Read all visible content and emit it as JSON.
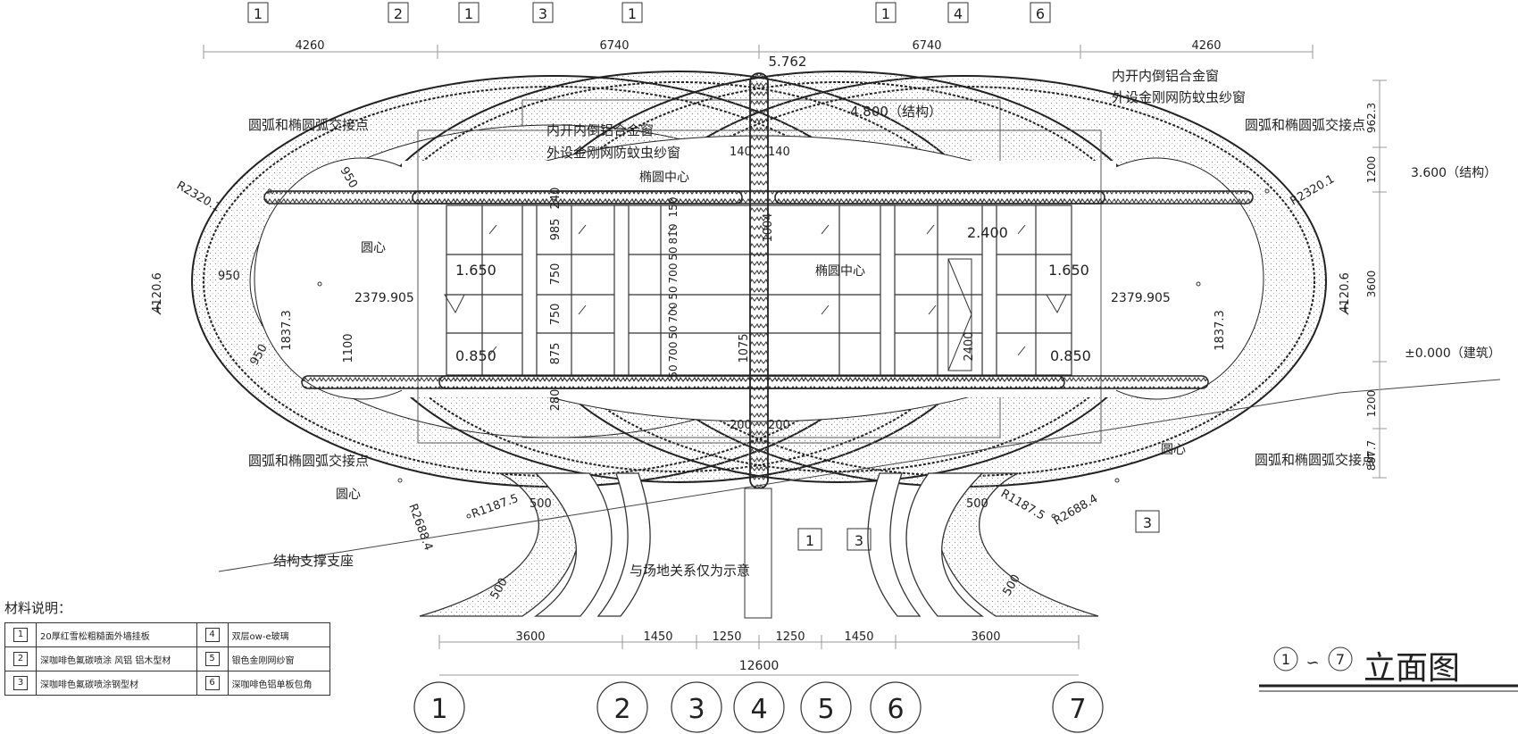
{
  "top_grid_tags": [
    "1",
    "2",
    "1",
    "3",
    "1",
    "1",
    "4",
    "6"
  ],
  "top_dimensions": [
    "4260",
    "6740",
    "6740",
    "4260"
  ],
  "elevation_top": "5.762",
  "window_notes": {
    "left_line1": "内开内倒铝合金窗",
    "left_line2": "外设金刚网防蚊虫纱窗",
    "right_line1": "内开内倒铝合金窗",
    "right_line2": "外设金刚网防蚊虫纱窗"
  },
  "labels": {
    "struct_4800": "4.800（结构）",
    "struct_3600": "3.600（结构）",
    "arch_000": "±0.000（建筑）",
    "ellipse_center_1": "椭圆中心",
    "ellipse_center_2": "椭圆中心",
    "arc_joint_tl": "圆弧和椭圆弧交接点",
    "arc_joint_bl": "圆弧和椭圆弧交接点",
    "arc_joint_tr": "圆弧和椭圆弧交接点",
    "arc_joint_br": "圆弧和椭圆弧交接点",
    "center_l": "圆心",
    "center_l2": "圆心",
    "center_r": "圆心",
    "support_base": "结构支撑支座",
    "site_note": "与场地关系仅为示意"
  },
  "inner_dims": {
    "d140a": "140",
    "d140b": "140",
    "d200a": "200",
    "d200b": "200",
    "d1650a": "1.650",
    "d1650b": "1.650",
    "d0850a": "0.850",
    "d0850b": "0.850",
    "d2400": "2.400",
    "d2379a": "2379.905",
    "d2379b": "2379.905",
    "d950a": "950",
    "d950b": "950",
    "d950c": "950",
    "r2320a": "R2320.1",
    "r2320b": "R2320.1",
    "d4120a": "4120.6",
    "d4120b": "4120.6",
    "d1837a": "1837.3",
    "d1837b": "1837.3",
    "d1100": "1100",
    "d1075": "1075",
    "d1004": "1004",
    "d2400v": "2400",
    "v240": "240",
    "v985": "985",
    "v750a": "750",
    "v750b": "750",
    "v875": "875",
    "v280": "280",
    "v150": "150",
    "v810": "810",
    "v50a": "50",
    "v700a": "700",
    "v50b": "50",
    "v700b": "700",
    "v50c": "50",
    "v700c": "700",
    "v50d": "50",
    "r1187a": "R1187.5",
    "r1187b": "R1187.5",
    "r2688a": "R2688.4",
    "r2688b": "R2688.4",
    "d500a": "500",
    "d500b": "500",
    "d500c": "500",
    "d500d": "500"
  },
  "right_dimensions": [
    "962.3",
    "1200",
    "3600",
    "1200",
    "887.7"
  ],
  "bottom_dimensions": [
    "3600",
    "1450",
    "1250",
    "1250",
    "1450",
    "3600"
  ],
  "bottom_total": "12600",
  "axis_labels": [
    "1",
    "2",
    "3",
    "4",
    "5",
    "6",
    "7"
  ],
  "mid_tags": [
    "1",
    "3"
  ],
  "right_tag": "3",
  "title": {
    "from": "1",
    "sep": "∽",
    "to": "7",
    "name": "立面图"
  },
  "legend": {
    "title": "材料说明：",
    "rows": [
      {
        "n1": "1",
        "t1": "20厚红雪松粗糙面外墙挂板",
        "n2": "4",
        "t2": "双层ow-e玻璃"
      },
      {
        "n1": "2",
        "t1": "深咖啡色氟碳喷涂 风铝 铝木型材",
        "n2": "5",
        "t2": "银色金刚网纱窗"
      },
      {
        "n1": "3",
        "t1": "深咖啡色氟碳喷涂钢型材",
        "n2": "6",
        "t2": "深咖啡色铝单板包角"
      }
    ]
  }
}
